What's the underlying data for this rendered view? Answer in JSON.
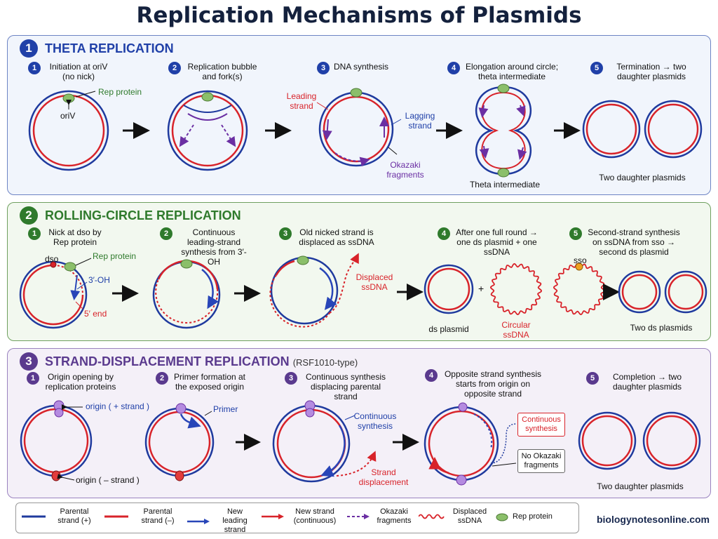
{
  "title": "Replication Mechanisms of Plasmids",
  "colors": {
    "parental_plus": "#1f3a9e",
    "parental_minus": "#d8232a",
    "new_leading": "#2845b8",
    "okazaki": "#6b2fa3",
    "rep_protein": "#8bbf6a",
    "theta_accent": "#2040a8",
    "rolling_accent": "#2f7a2c",
    "strand_accent": "#5a3a8e"
  },
  "theta": {
    "number": "1",
    "heading": "THETA REPLICATION",
    "steps": [
      {
        "num": "1",
        "text": "Initiation at oriV (no nick)"
      },
      {
        "num": "2",
        "text": "Replication bubble and fork(s)"
      },
      {
        "num": "3",
        "text": "DNA synthesis"
      },
      {
        "num": "4",
        "text": "Elongation around circle; theta intermediate"
      },
      {
        "num": "5",
        "text": "Termination → two daughter plasmids"
      }
    ],
    "labels": {
      "rep_protein": "Rep protein",
      "oriv": "oriV",
      "leading": "Leading strand",
      "lagging": "Lagging strand",
      "okazaki": "Okazaki fragments",
      "theta_int": "Theta intermediate",
      "daughters": "Two daughter plasmids"
    }
  },
  "rolling": {
    "number": "2",
    "heading": "ROLLING-CIRCLE REPLICATION",
    "steps": [
      {
        "num": "1",
        "text": "Nick at dso by Rep protein"
      },
      {
        "num": "2",
        "text": "Continuous leading-strand synthesis from 3′-OH"
      },
      {
        "num": "3",
        "text": "Old nicked strand is displaced as ssDNA"
      },
      {
        "num": "4",
        "text": "After one full round → one ds plasmid + one ssDNA"
      },
      {
        "num": "5",
        "text": "Second-strand synthesis on ssDNA from sso → second ds plasmid"
      }
    ],
    "labels": {
      "dso": "dso",
      "rep_protein": "Rep protein",
      "oh3": "3′-OH",
      "end5": "5′ end",
      "displaced": "Displaced ssDNA",
      "ds_plasmid": "ds plasmid",
      "plus": "+",
      "circular": "Circular ssDNA",
      "sso": "sso",
      "two_ds": "Two ds plasmids"
    }
  },
  "strand": {
    "number": "3",
    "heading": "STRAND-DISPLACEMENT REPLICATION",
    "subheading": "(RSF1010-type)",
    "steps": [
      {
        "num": "1",
        "text": "Origin opening by replication proteins"
      },
      {
        "num": "2",
        "text": "Primer formation at the exposed origin"
      },
      {
        "num": "3",
        "text": "Continuous synthesis displacing parental strand"
      },
      {
        "num": "4",
        "text": "Opposite strand synthesis starts from origin on opposite strand"
      },
      {
        "num": "5",
        "text": "Completion → two daughter plasmids"
      }
    ],
    "labels": {
      "origin_plus": "origin ( + strand )",
      "origin_minus": "origin ( – strand )",
      "primer": "Primer",
      "cont_synth": "Continuous synthesis",
      "strand_disp": "Strand displacement",
      "box_cont": "Continuous synthesis",
      "box_no_okazaki": "No Okazaki fragments",
      "daughters": "Two daughter plasmids"
    }
  },
  "legend": [
    {
      "label": "Parental strand (+)",
      "icon": "blue-line"
    },
    {
      "label": "Parental strand (–)",
      "icon": "red-line"
    },
    {
      "label": "New leading strand",
      "icon": "blue-arrow"
    },
    {
      "label": "New strand (continuous)",
      "icon": "red-arrow"
    },
    {
      "label": "Okazaki fragments",
      "icon": "purple-dashed-arrow"
    },
    {
      "label": "Displaced ssDNA",
      "icon": "red-wavy-line"
    },
    {
      "label": "Rep protein",
      "icon": "green-oval"
    }
  ],
  "website": "biologynotesonline.com"
}
